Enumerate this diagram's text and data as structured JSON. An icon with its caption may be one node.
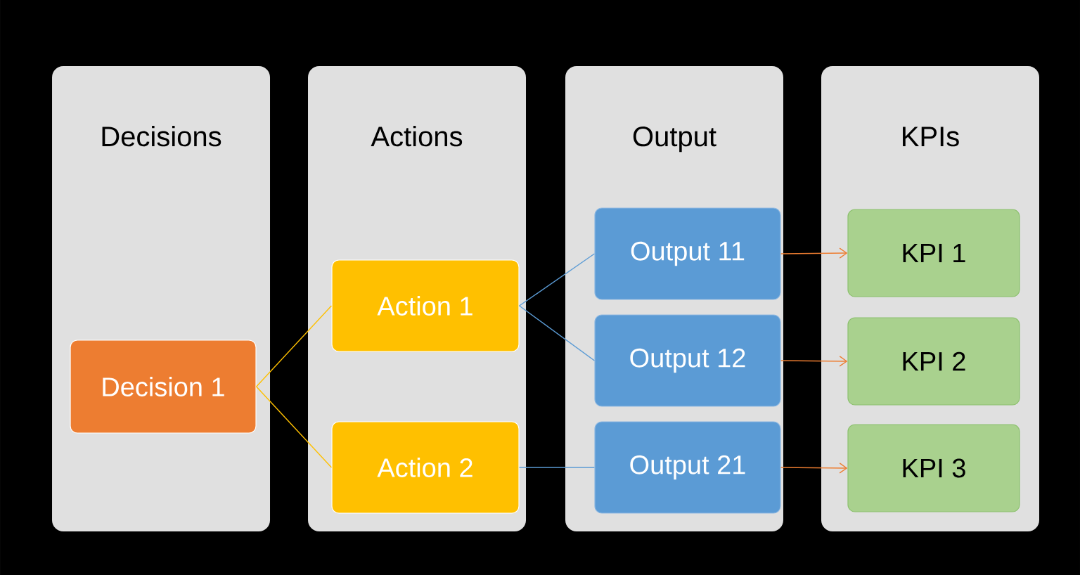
{
  "diagram": {
    "nodes": [
      {
        "text": [
          "Decisions"
        ]
      },
      {
        "text": [
          "Decision 1"
        ],
        "in": 0
      },
      {
        "text": [
          "Actions"
        ]
      },
      {
        "text": [
          "Action 1"
        ],
        "in": 2
      },
      {
        "text": [
          "Action 2"
        ],
        "in": 2
      },
      {
        "text": [
          "Output"
        ]
      },
      {
        "text": [
          "Output 11"
        ],
        "in": 5
      },
      {
        "text": [
          "Output 12"
        ],
        "in": 5
      },
      {
        "text": [
          "Output 21"
        ],
        "in": 5
      },
      {
        "text": [
          "KPIs"
        ]
      },
      {
        "text": [
          "KPI 1"
        ],
        "in": 9
      },
      {
        "text": [
          "KPI 2"
        ],
        "in": 9
      },
      {
        "text": [
          "KPI 3"
        ],
        "in": 9
      }
    ],
    "edges": [
      {
        "from": 1,
        "to": 3,
        "arrow": "none",
        "color": "#ffc000"
      },
      {
        "from": 1,
        "to": 4,
        "arrow": "none",
        "color": "#ffc000"
      },
      {
        "from": 3,
        "to": 6,
        "arrow": "none",
        "color": "#5b9bd5"
      },
      {
        "from": 3,
        "to": 7,
        "arrow": "none",
        "color": "#5b9bd5"
      },
      {
        "from": 4,
        "to": 8,
        "arrow": "none",
        "color": "#5b9bd5"
      },
      {
        "from": 6,
        "to": 10,
        "arrow": "to",
        "color": "#ed7d31"
      },
      {
        "from": 7,
        "to": 11,
        "arrow": "to",
        "color": "#ed7d31"
      },
      {
        "from": 8,
        "to": 12,
        "arrow": "to",
        "color": "#ed7d31"
      }
    ]
  }
}
